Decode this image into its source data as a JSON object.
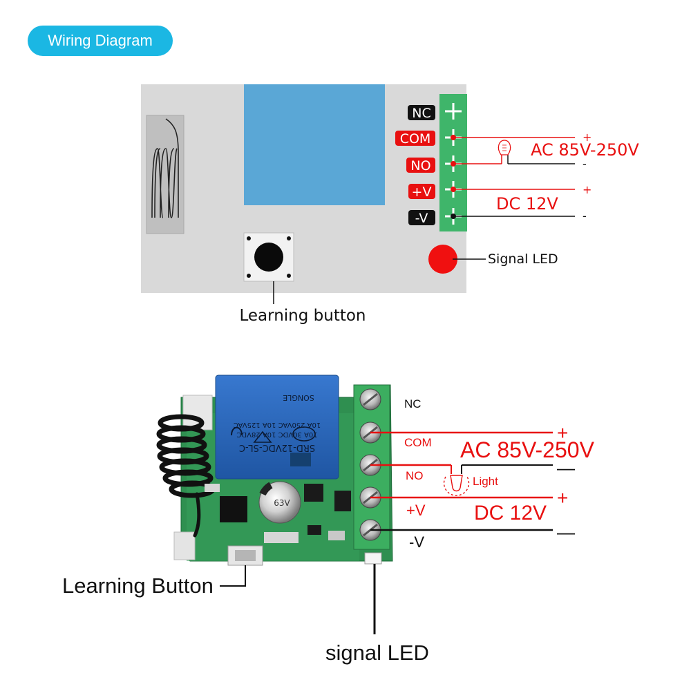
{
  "header": {
    "title": "Wiring Diagram"
  },
  "top": {
    "terminals": [
      {
        "label": "NC",
        "bg": "#111111"
      },
      {
        "label": "COM",
        "bg": "#e81010"
      },
      {
        "label": "NO",
        "bg": "#e81010"
      },
      {
        "label": "+V",
        "bg": "#e81010"
      },
      {
        "label": "-V",
        "bg": "#111111"
      }
    ],
    "ac_label": "AC 85V-250V",
    "dc_label": "DC 12V",
    "plus": "+",
    "minus": "-",
    "signal_led_label": "Signal LED",
    "learning_button_label": "Learning button"
  },
  "bottom": {
    "terminal_labels": [
      "NC",
      "COM",
      "NO",
      "+V",
      "-V"
    ],
    "ac_label": "AC 85V-250V",
    "dc_label": "DC 12V",
    "plus": "+",
    "minus": "—",
    "light_label": "Light",
    "learning_button_label": "Learning Button",
    "signal_led_label": "signal LED",
    "relay_text": {
      "model": "SRD-12VDC-SL-C",
      "line1": "10A 30VDC 10A 28VDC",
      "line2": "10A 250VAC 10A 125VAC",
      "brand": "SONGLE",
      "cap_text": "63V"
    }
  },
  "colors": {
    "accent": "#1bb7e3",
    "red": "#e81010",
    "terminal_green": "#3fb56a",
    "relay_blue": "#2d6cc0",
    "board_grey": "#d9d9d9",
    "pcb_green": "#2f8f50"
  }
}
